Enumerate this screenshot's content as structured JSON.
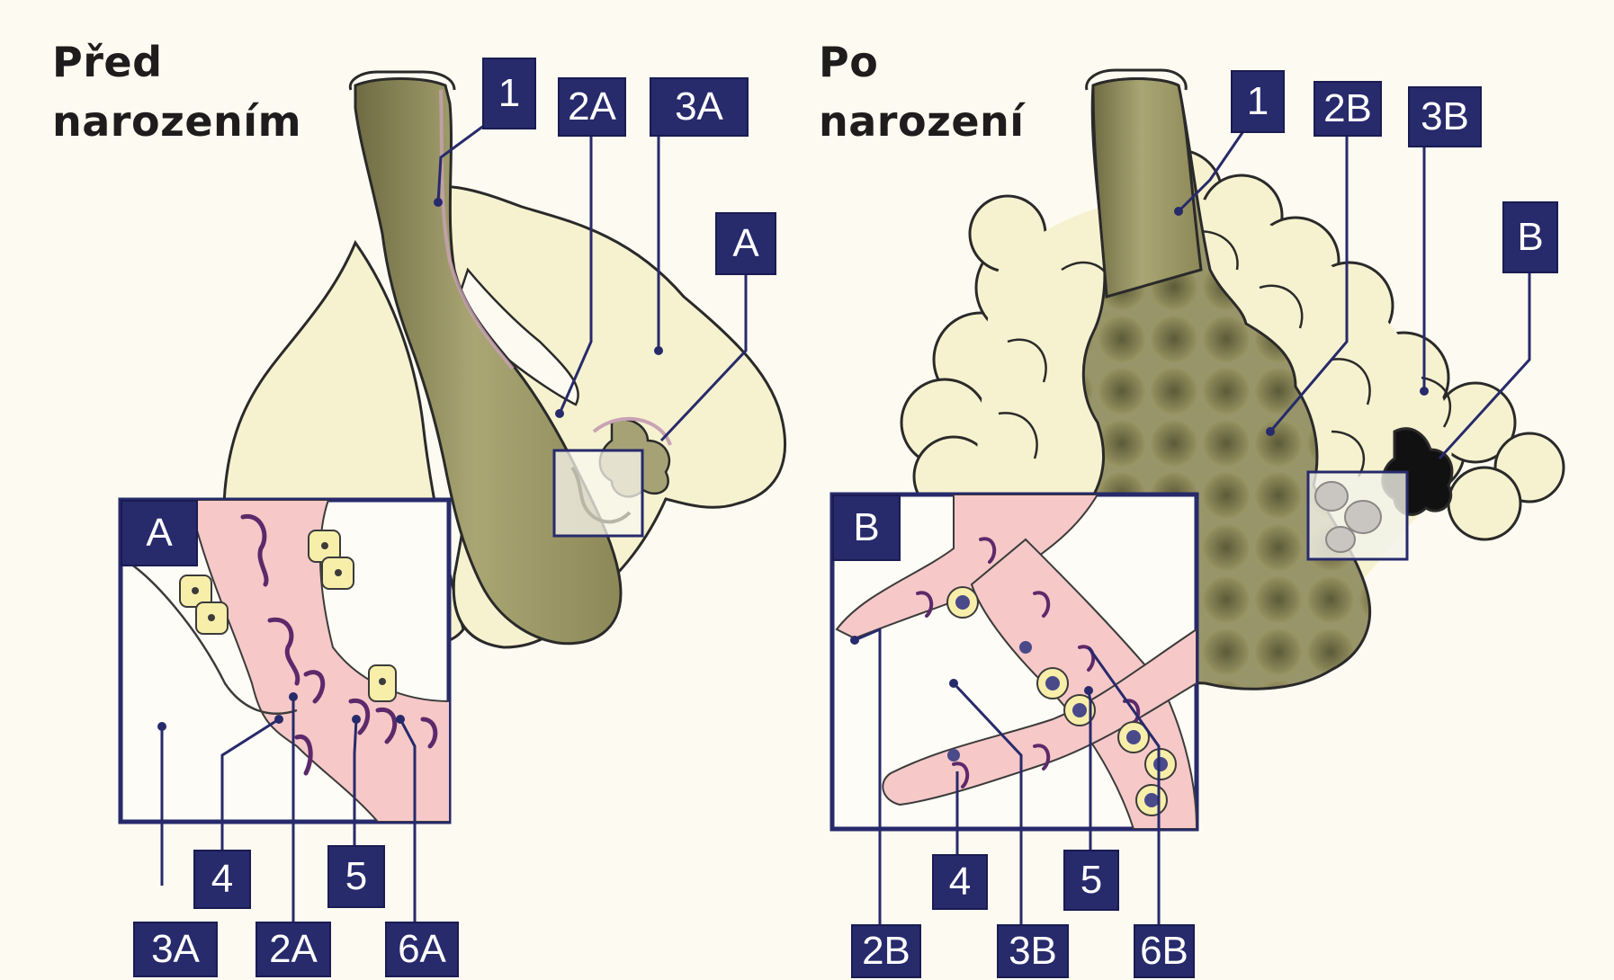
{
  "headings": {
    "before_line1": "Před",
    "before_line2": "narozením",
    "after_line1": "Po",
    "after_line2": "narození"
  },
  "labels": {
    "l1": "1",
    "l2a": "2A",
    "l3a": "3A",
    "la": "A",
    "la_inset": "A",
    "l4": "4",
    "l5": "5",
    "l3a_b": "3A",
    "l2a_b": "2A",
    "l6a": "6A",
    "r1": "1",
    "r2b": "2B",
    "r3b": "3B",
    "rb": "B",
    "rb_inset": "B",
    "r4": "4",
    "r5": "5",
    "r2b_b": "2B",
    "r3b_b": "3B",
    "r6b": "6B"
  },
  "colors": {
    "label_fill": "#272a6b",
    "tissue_cream": "#f5f1cd",
    "airway_olive": "#9b9766",
    "capillary_pink": "#f6c8c8",
    "vessel_purple": "#5c2a6a",
    "background": "#fdfbf1"
  },
  "icons": [
    "lung-before-birth",
    "lung-after-birth",
    "capillary-inset-a",
    "capillary-inset-b"
  ]
}
